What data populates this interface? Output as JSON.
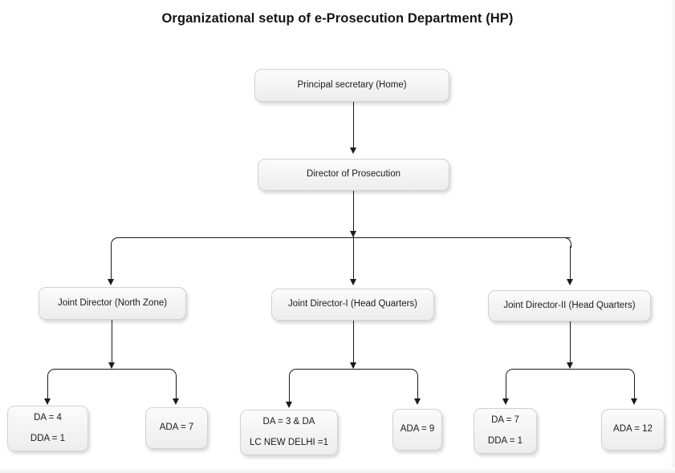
{
  "chart_title": "Organizational setup of e-Prosecution Department (HP)",
  "diagram": {
    "type": "org-chart",
    "levels": 4,
    "nodes": {
      "principal_secretary": {
        "label": "Principal secretary (Home)"
      },
      "director_prosecution": {
        "label": "Director of Prosecution"
      },
      "joint_director_north": {
        "label": "Joint Director (North Zone)"
      },
      "joint_director_1_hq": {
        "label": "Joint Director-I (Head Quarters)"
      },
      "joint_director_2_hq": {
        "label": "Joint Director-II (Head Quarters)"
      },
      "north_da": {
        "line1": "DA = 4",
        "line2": "DDA = 1"
      },
      "north_ada": {
        "line1": "ADA = 7"
      },
      "hq1_da": {
        "line1": "DA = 3 & DA",
        "line2": "LC NEW DELHI =1"
      },
      "hq1_ada": {
        "line1": "ADA = 9"
      },
      "hq2_da": {
        "line1": "DA = 7",
        "line2": "DDA = 1"
      },
      "hq2_ada": {
        "line1": "ADA = 12"
      }
    },
    "edges": [
      {
        "from": "principal_secretary",
        "to": "director_prosecution"
      },
      {
        "from": "director_prosecution",
        "to": "joint_director_north"
      },
      {
        "from": "director_prosecution",
        "to": "joint_director_1_hq"
      },
      {
        "from": "director_prosecution",
        "to": "joint_director_2_hq"
      },
      {
        "from": "joint_director_north",
        "to": "north_da"
      },
      {
        "from": "joint_director_north",
        "to": "north_ada"
      },
      {
        "from": "joint_director_1_hq",
        "to": "hq1_da"
      },
      {
        "from": "joint_director_1_hq",
        "to": "hq1_ada"
      },
      {
        "from": "joint_director_2_hq",
        "to": "hq2_da"
      },
      {
        "from": "joint_director_2_hq",
        "to": "hq2_ada"
      }
    ],
    "colors": {
      "background": "#ffffff",
      "node_fill": "#f3f3f3",
      "node_border": "#d2d2d2",
      "connector": "#1a1a1a",
      "text": "#1b1b1b",
      "title_text": "#141414"
    }
  }
}
